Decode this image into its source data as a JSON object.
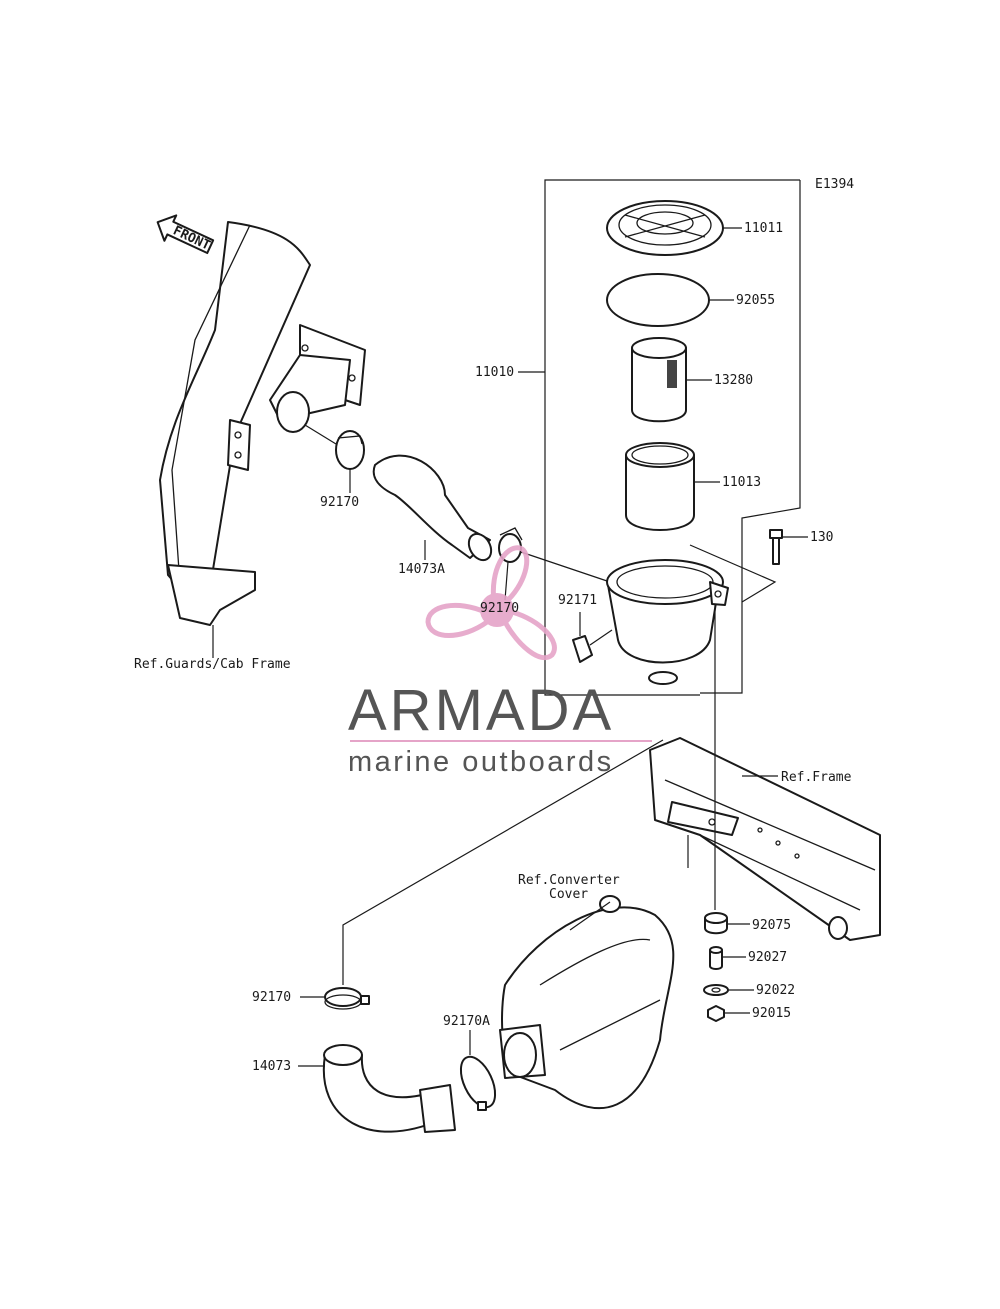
{
  "diagram_code": "E1394",
  "front_arrow_label": "FRONT",
  "part_labels": {
    "p11011": "11011",
    "p92055": "92055",
    "p11010": "11010",
    "p13280": "13280",
    "p11013": "11013",
    "p130": "130",
    "p92170_top": "92170",
    "p14073A": "14073A",
    "p92170_mid": "92170",
    "p92171": "92171",
    "p92075": "92075",
    "p92027": "92027",
    "p92022": "92022",
    "p92015": "92015",
    "p92170_low": "92170",
    "p92170A": "92170A",
    "p14073": "14073"
  },
  "ref_labels": {
    "guards": "Ref.Guards/Cab Frame",
    "frame": "Ref.Frame",
    "converter_line1": "Ref.Converter",
    "converter_line2": "Cover"
  },
  "watermark": {
    "brand": "ARMADA",
    "tagline": "marine outboards",
    "text_color": "#555555",
    "accent_color": "#e5a4c8"
  }
}
